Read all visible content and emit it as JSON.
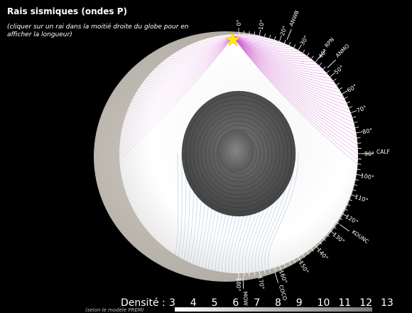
{
  "header": {
    "title": "Rais sismiques (ondes P)",
    "hint": "(cliquer sur un rai dans la moitié droite du globe pour en afficher la longueur)"
  },
  "degree_ticks": [
    "0°",
    "10°",
    "20°",
    "30°",
    "40°",
    "50°",
    "60°",
    "70°",
    "80°",
    "90°",
    "100°",
    "110°",
    "120°",
    "130°",
    "140°",
    "150°",
    "160°",
    "170°",
    "180°"
  ],
  "stations": [
    "ANWB",
    "RPN",
    "ANMO",
    "CALF",
    "KOUNC",
    "COCO",
    "MOW"
  ],
  "legend": {
    "title": "Densité :",
    "values": [
      "3",
      "4",
      "5",
      "6",
      "7",
      "8",
      "9",
      "10",
      "11",
      "12",
      "13"
    ],
    "note": "(selon le modèle PREM)"
  },
  "colors": {
    "rays_mantle": "#cc55cc",
    "rays_core": "#6699cc",
    "source_star": "#ffee00"
  }
}
